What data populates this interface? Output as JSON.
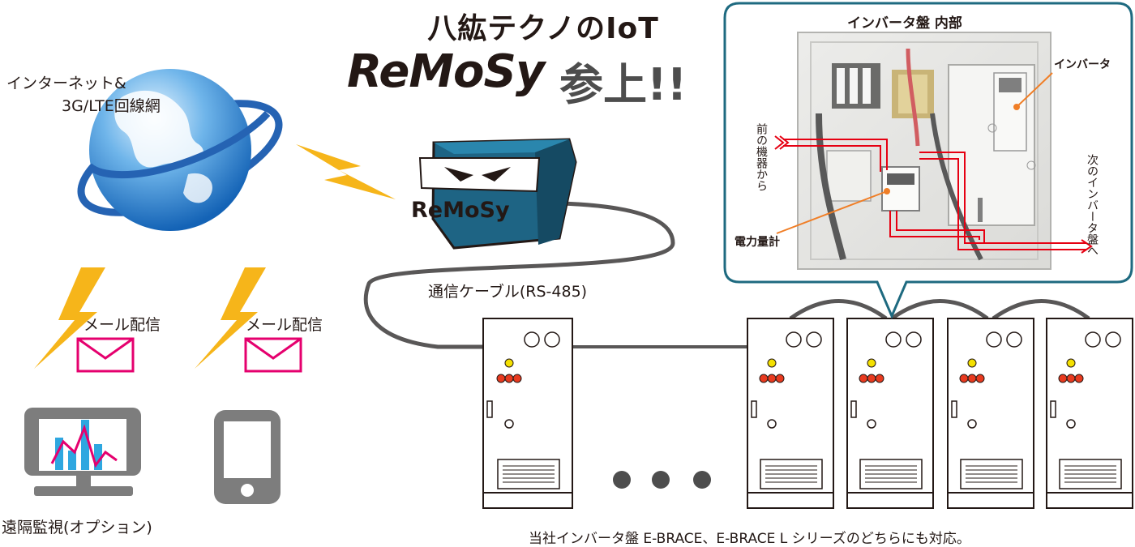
{
  "header": {
    "title_line1": "八紘テクノのIoT",
    "title_brand": "ReMoSy",
    "title_tail": "参上!!"
  },
  "globe": {
    "label_line1": "インターネット&",
    "label_line2": "3G/LTE回線網"
  },
  "device": {
    "brand_text": "ReMoSy",
    "cable_label": "通信ケーブル(RS-485)"
  },
  "mail": {
    "left_label": "メール配信",
    "right_label": "メール配信"
  },
  "remote": {
    "caption": "遠隔監視(オプション)"
  },
  "callout": {
    "title": "インバータ盤 内部",
    "inverter_label": "インバータ",
    "meter_label": "電力量計",
    "from_label": "前の機器から",
    "to_label": "次のインバータ盤へ"
  },
  "footer": {
    "caption": "当社インバータ盤 E-BRACE、E-BRACE L シリーズのどちらにも対応。"
  },
  "colors": {
    "outline": "#231815",
    "callout_border": "#1e6a80",
    "device_blue": "#1e6484",
    "lightning": "#f6b51a",
    "mail": "#e5006e",
    "wire_red": "#e60012",
    "leader_orange": "#f07e26",
    "lamp_yellow": "#f4e000",
    "lamp_red": "#e83a1f",
    "cable_gray": "#595757"
  }
}
